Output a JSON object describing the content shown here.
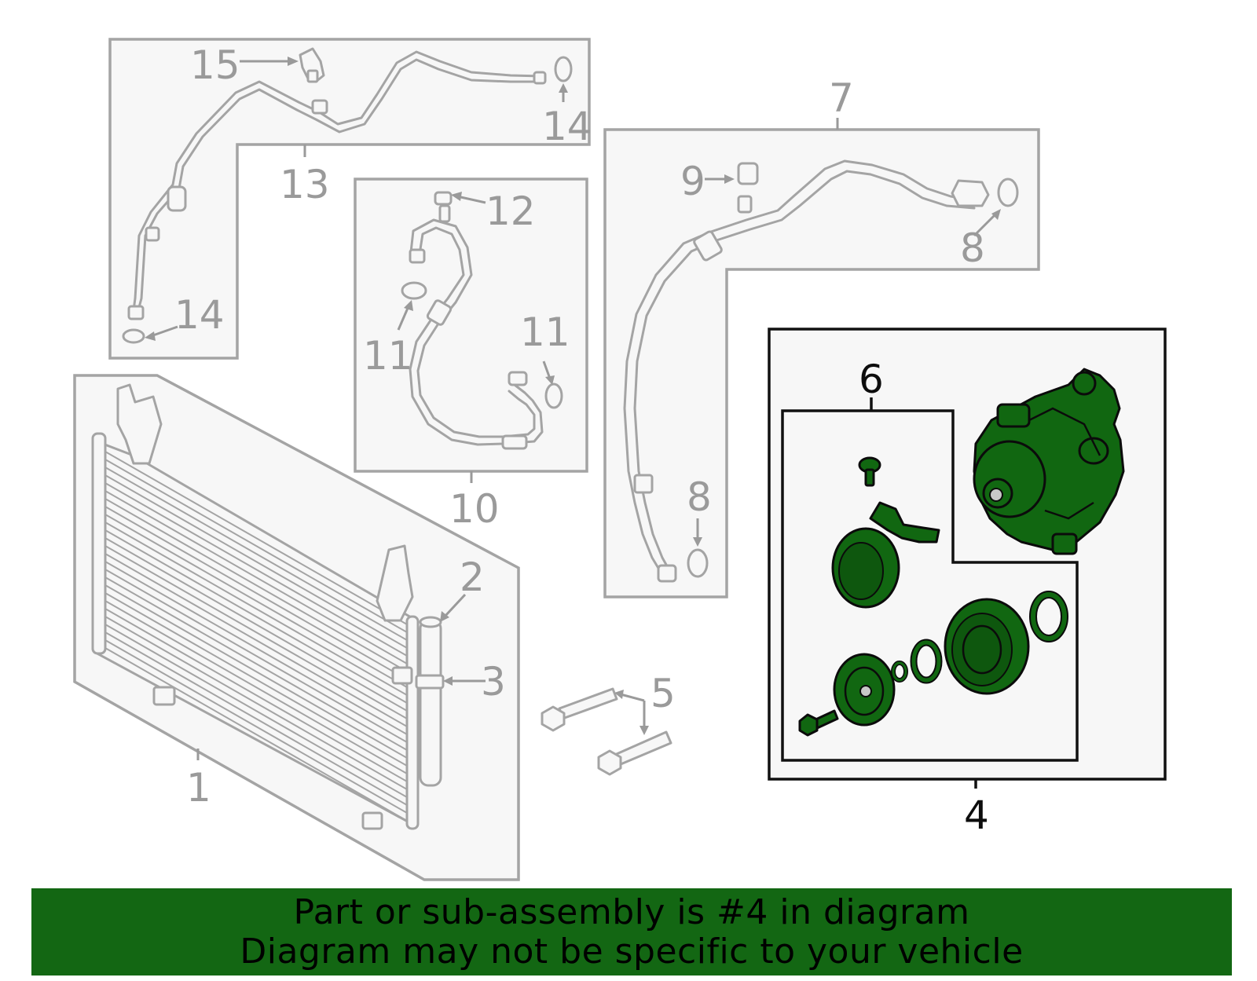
{
  "diagram": {
    "callouts": {
      "c1": "1",
      "c2": "2",
      "c3": "3",
      "c4": "4",
      "c5": "5",
      "c6": "6",
      "c7": "7",
      "c8a": "8",
      "c8b": "8",
      "c9": "9",
      "c10": "10",
      "c11a": "11",
      "c11b": "11",
      "c12": "12",
      "c13": "13",
      "c14a": "14",
      "c14b": "14",
      "c15": "15"
    },
    "highlight_color": "#136713",
    "line_color": "#a4a4a4"
  },
  "banner": {
    "line1": "Part or sub-assembly is #4 in diagram",
    "line2": "Diagram may not be specific to your vehicle",
    "background": "#136713"
  }
}
